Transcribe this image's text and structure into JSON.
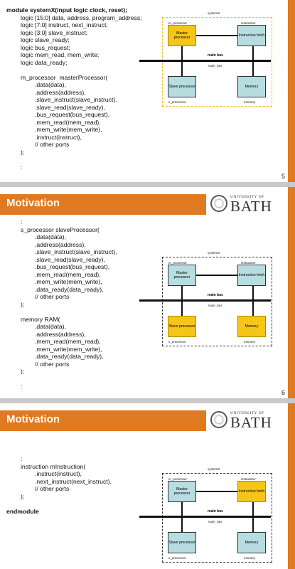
{
  "colors": {
    "accent": "#e07a20",
    "highlight": "#f5c518",
    "box": "#b7dde0",
    "frame_yellow": "#f0c020"
  },
  "slides": [
    {
      "page": "5",
      "code": [
        {
          "t": "module systemX(input logic clock, reset);",
          "b": true,
          "i": 0
        },
        {
          "t": "logic [15:0] data, address, program_address;",
          "i": 1
        },
        {
          "t": "logic [7:0] instruct, next_instruct;",
          "i": 1
        },
        {
          "t": "logic [3:0] slave_instruct;",
          "i": 1
        },
        {
          "t": "logic slave_ready;",
          "i": 1
        },
        {
          "t": "logic bus_request;",
          "i": 1
        },
        {
          "t": "logic mem_read, mem_write;",
          "i": 1
        },
        {
          "t": "logic data_ready;",
          "i": 1
        },
        {
          "t": "",
          "i": 1
        },
        {
          "t": "m_processor  masterProcessor(",
          "i": 1
        },
        {
          "t": ".data(data),",
          "i": 2
        },
        {
          "t": ".address(address),",
          "i": 2
        },
        {
          "t": ".slave_instruct(slave_instruct),",
          "i": 2
        },
        {
          "t": ".slave_read(slave_ready),",
          "i": 2
        },
        {
          "t": ".bus_request(bus_request),",
          "i": 2
        },
        {
          "t": ".mem_read(mem_read),",
          "i": 2
        },
        {
          "t": ".mem_write(mem_write),",
          "i": 2
        },
        {
          "t": ".instruct(instruct),",
          "i": 2
        },
        {
          "t": "// other ports",
          "i": 2
        },
        {
          "t": ");",
          "i": 1
        },
        {
          "t": "",
          "i": 1
        },
        {
          "t": ":",
          "i": 1
        }
      ],
      "diagram": {
        "master": "Master processor",
        "fetch": "Instruction fetch",
        "slave": "Slave processor",
        "memory": "Memory",
        "l_system": "systemX",
        "l_mproc": "m_processor",
        "l_instr": "instruction",
        "l_sproc": "s_processor",
        "l_mem": "memory",
        "l_bus": "main bus",
        "l_mainbus": "main_bus"
      }
    },
    {
      "page": "6",
      "title": "Motivation",
      "code": [
        {
          "t": ":",
          "i": 1
        },
        {
          "t": "s_processor slaveProcessor(",
          "i": 1
        },
        {
          "t": ".data(data),",
          "i": 2
        },
        {
          "t": ".address(address),",
          "i": 2
        },
        {
          "t": ".slave_instruct(slave_instruct),",
          "i": 2
        },
        {
          "t": ".slave_read(slave_ready),",
          "i": 2
        },
        {
          "t": ".bus_request(bus_request),",
          "i": 2
        },
        {
          "t": ".mem_read(mem_read),",
          "i": 2
        },
        {
          "t": ".mem_write(mem_write),",
          "i": 2
        },
        {
          "t": ".data_ready(data_ready),",
          "i": 2
        },
        {
          "t": "// other ports",
          "i": 2
        },
        {
          "t": ");",
          "i": 1
        },
        {
          "t": "",
          "i": 1
        },
        {
          "t": "memory RAM(",
          "i": 1
        },
        {
          "t": ".data(data),",
          "i": 2
        },
        {
          "t": ".address(address),",
          "i": 2
        },
        {
          "t": ".mem_read(mem_read),",
          "i": 2
        },
        {
          "t": ".mem_write(mem_write),",
          "i": 2
        },
        {
          "t": ".data_ready(data_ready),",
          "i": 2
        },
        {
          "t": "// other ports",
          "i": 2
        },
        {
          "t": ");",
          "i": 1
        },
        {
          "t": "",
          "i": 1
        },
        {
          "t": ":",
          "i": 1
        }
      ]
    },
    {
      "title": "Motivation",
      "code": [
        {
          "t": ":",
          "i": 1
        },
        {
          "t": "instruction mInstruction(",
          "i": 1
        },
        {
          "t": ".instruct(instruct),",
          "i": 2
        },
        {
          "t": ".next_instruct(next_instruct),",
          "i": 2
        },
        {
          "t": "// other ports",
          "i": 2
        },
        {
          "t": ");",
          "i": 1
        },
        {
          "t": "",
          "i": 1
        },
        {
          "t": "endmodule",
          "b": true,
          "i": 0
        }
      ]
    }
  ],
  "logo": {
    "university": "UNIVERSITY OF",
    "name": "BATH"
  }
}
